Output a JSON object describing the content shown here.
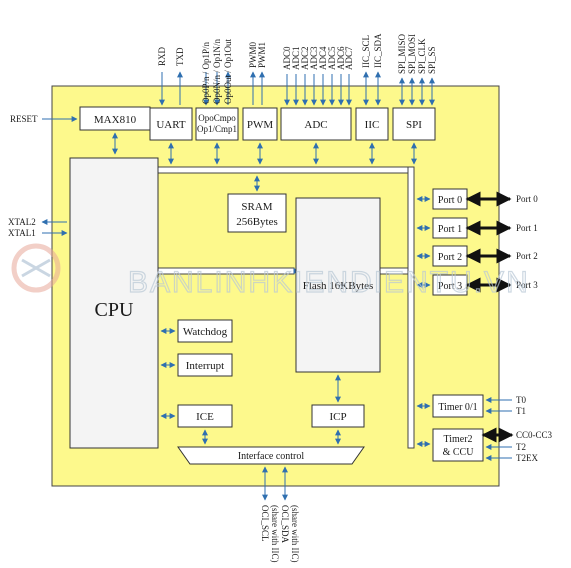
{
  "blocks": {
    "max810": "MAX810",
    "uart": "UART",
    "opamp_line1": "OpoCmpo",
    "opamp_line2": "Op1/Cmp1",
    "pwm": "PWM",
    "adc": "ADC",
    "iic": "IIC",
    "spi": "SPI",
    "sram_line1": "SRAM",
    "sram_line2": "256Bytes",
    "cpu": "CPU",
    "flash": "Flash 16KBytes",
    "watchdog": "Watchdog",
    "interrupt": "Interrupt",
    "ice": "ICE",
    "icp": "ICP",
    "interface": "Interface control",
    "port0": "Port 0",
    "port1": "Port 1",
    "port2": "Port 2",
    "port3": "Port 3",
    "timer01": "Timer 0/1",
    "timer2_line1": "Timer2",
    "timer2_line2": "& CCU"
  },
  "signals": {
    "reset": "RESET",
    "xtal2": "XTAL2",
    "xtal1": "XTAL1",
    "rxd": "RXD",
    "txd": "TXD",
    "op_in_p": "Op0P/n / Op1P/n",
    "op_in_n": "Op0N/n / Op1N/n",
    "op_out": "Op0Out / Op1Out",
    "pwm0": "PWM0",
    "pwm1": "PWM1",
    "adc0": "ADC0",
    "adc1": "ADC1",
    "adc2": "ADC2",
    "adc3": "ADC3",
    "adc4": "ADC4",
    "adc5": "ADC5",
    "adc6": "ADC6",
    "adc7": "ADC7",
    "iic_scl": "IIC_SCL",
    "iic_sda": "IIC_SDA",
    "spi_miso": "SPI_MISO",
    "spi_mosi": "SPI_MOSI",
    "spi_clk": "SPI_CLK",
    "spi_ss": "SPI_SS",
    "port0": "Port 0",
    "port1": "Port 1",
    "port2": "Port 2",
    "port3": "Port 3",
    "t0": "T0",
    "t1": "T1",
    "cc": "CC0-CC3",
    "t2": "T2",
    "t2ex": "T2EX",
    "ocl_scl": "OCI_SCL",
    "ocl_scl_note": "(share with IIC)",
    "ocl_sda": "OCI_SDA",
    "ocl_sda_note": "(share with IIC)"
  },
  "watermark": "BANLINHKIENDIENTU.VN",
  "colors": {
    "chip": "#fdf98c",
    "connector": "#2f6fb0",
    "block": "#ffffff"
  }
}
